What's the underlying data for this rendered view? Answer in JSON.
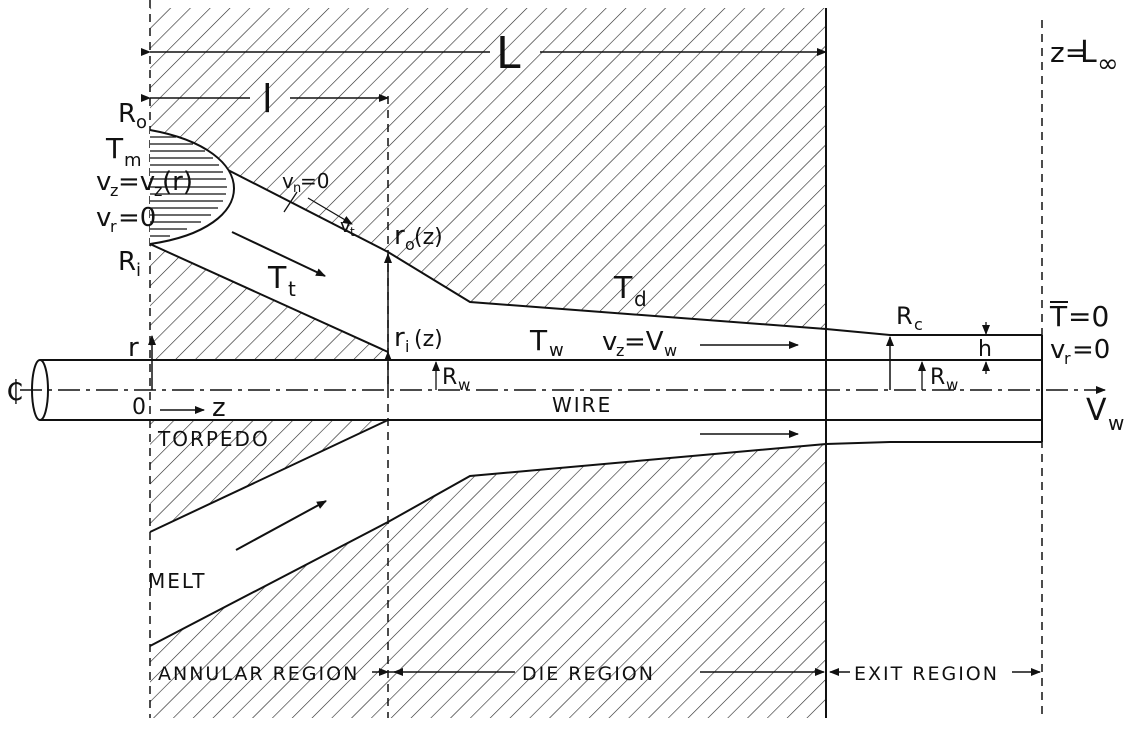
{
  "labels": {
    "L": "L",
    "l": "l",
    "z_eq": "z=",
    "L_inf": "L",
    "inf": "∞",
    "Ro": "R",
    "Ro_sub": "o",
    "Ri": "R",
    "Ri_sub": "i",
    "Tm": "T",
    "Tm_sub": "m",
    "vz_eq": "v",
    "vz_sub": "z",
    "vz_rhs": "=v",
    "vz_rhs_sub": "z",
    "vz_arg": "(r)",
    "vr0": "v",
    "vr0_sub": "r",
    "vr0_rhs": "=0",
    "vn0": "v",
    "vn0_sub": "n",
    "vn0_rhs": "=0",
    "vt": "v",
    "vt_sub": "t",
    "Tt": "T",
    "Tt_sub": "t",
    "ro_z": "r",
    "ro_sub": "o",
    "ro_arg": "(z)",
    "ri_z": "r",
    "ri_sub": "i",
    "ri_arg": "(z)",
    "Td": "T",
    "Td_sub": "d",
    "Tw": "T",
    "Tw_sub": "w",
    "vzVw": "v",
    "vzVw_sub": "z",
    "vzVw_rhs": "=V",
    "vzVw_rhs_sub": "w",
    "Rc": "R",
    "Rc_sub": "c",
    "Tbar0": "T",
    "Tbar0_rhs": "=0",
    "vr0b": "v",
    "vr0b_sub": "r",
    "vr0b_rhs": "=0",
    "h": "h",
    "Rw1": "R",
    "Rw1_sub": "w",
    "Rw2": "R",
    "Rw2_sub": "w",
    "r": "r",
    "zero": "0",
    "z": "z",
    "cl": "₵",
    "wire": "WIRE",
    "Vw": "V",
    "Vw_sub": "w",
    "torpedo": "TORPEDO",
    "melt": "MELT",
    "annular": "ANNULAR REGION",
    "die": "DIE REGION",
    "exit": "EXIT REGION"
  }
}
